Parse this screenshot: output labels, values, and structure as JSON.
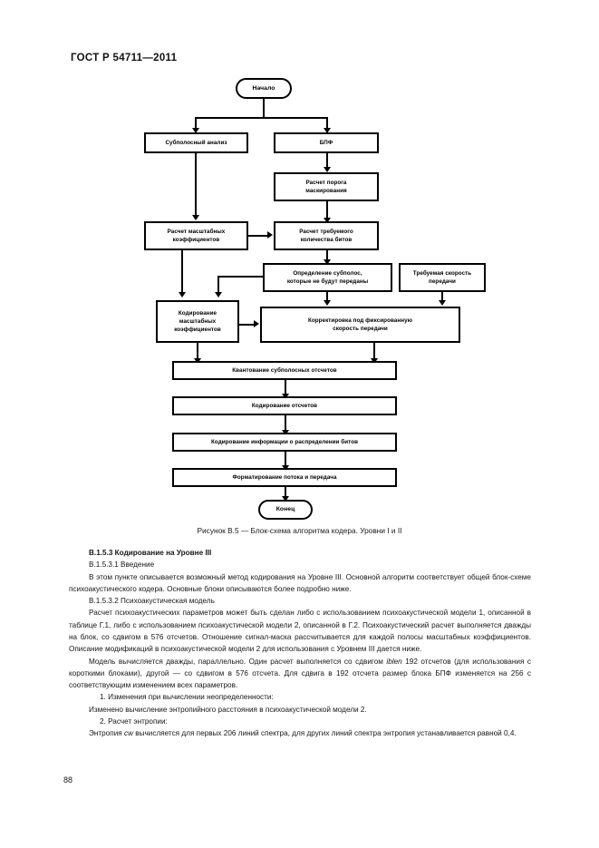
{
  "header": {
    "standard_id": "ГОСТ Р 54711—2011"
  },
  "figure": {
    "caption": "Рисунок В.5 — Блок-схема алгоритма кодера. Уровни I и II",
    "nodes": {
      "start": "Начало",
      "subband_analysis": "Субполосный анализ",
      "fft": "БПФ",
      "masking_threshold_l1": "Расчет порога",
      "masking_threshold_l2": "маскирования",
      "scale_factors_l1": "Расчет масштабных",
      "scale_factors_l2": "коэффициентов",
      "required_bits_l1": "Расчет требуемого",
      "required_bits_l2": "количества битов",
      "subband_select_l1": "Определение субполос,",
      "subband_select_l2": "которые не будут переданы",
      "required_rate_l1": "Требуемая скорость",
      "required_rate_l2": "передачи",
      "encode_sf_l1": "Кодирование",
      "encode_sf_l2": "масштабных",
      "encode_sf_l3": "коэффициентов",
      "fixed_rate_l1": "Корректировка под фиксированную",
      "fixed_rate_l2": "скорость передачи",
      "quantization": "Квантование субполосных отсчетов",
      "encode_samples": "Кодирование отсчетов",
      "encode_bit_alloc": "Кодирование информации о распределении битов",
      "format_stream": "Форматирование потока и передача",
      "end": "Конец"
    }
  },
  "body": {
    "heading": "В.1.5.3 Кодирование на Уровне III",
    "sub_heading_1": "В.1.5.3.1 Введение",
    "para_1": "В этом пункте описывается возможный метод кодирования на Уровне III. Основной алгоритм соответствует общей блок-схеме психоакустического кодера. Основные блоки описываются более подробно ниже.",
    "sub_heading_2": "В.1.5.3.2 Психоакустическая модель",
    "para_2": "Расчет психоакустических параметров может быть сделан либо с использованием психоакустической модели 1, описанной в таблице Г.1, либо с использованием психоакустической модели 2, описанной в Г.2. Психоакустический расчет выполняется дважды на блок, со сдвигом в 576 отсчетов. Отношение сигнал-маска рассчитывается для каждой полосы масштабных коэффициентов. Описание модификаций в психоакустической модели 2 для использования с Уровнем III дается ниже.",
    "para_3_pre": "Модель вычисляется дважды, параллельно. Один расчет выполняется со сдвигом ",
    "para_3_italic": "iblen",
    "para_3_post": " 192 отсчетов (для использования с короткими блоками), другой — со сдвигом в 576 отсчета. Для сдвига в 192 отсчета размер блока БПФ изменяется на 256 с соответствующим изменением всех параметров.",
    "item_1": "1.  Изменения при вычислении неопределенности:",
    "item_1_text": "Изменено вычисление энтропийного расстояния в психоакустической модели 2.",
    "item_2": "2.  Расчет энтропии:",
    "item_2_pre": "Энтропия ",
    "item_2_italic": "cw",
    "item_2_post": " вычисляется для первых 206 линий спектра, для других линий спектра энтропия устанавливается равной 0,4."
  },
  "page_number": "88"
}
